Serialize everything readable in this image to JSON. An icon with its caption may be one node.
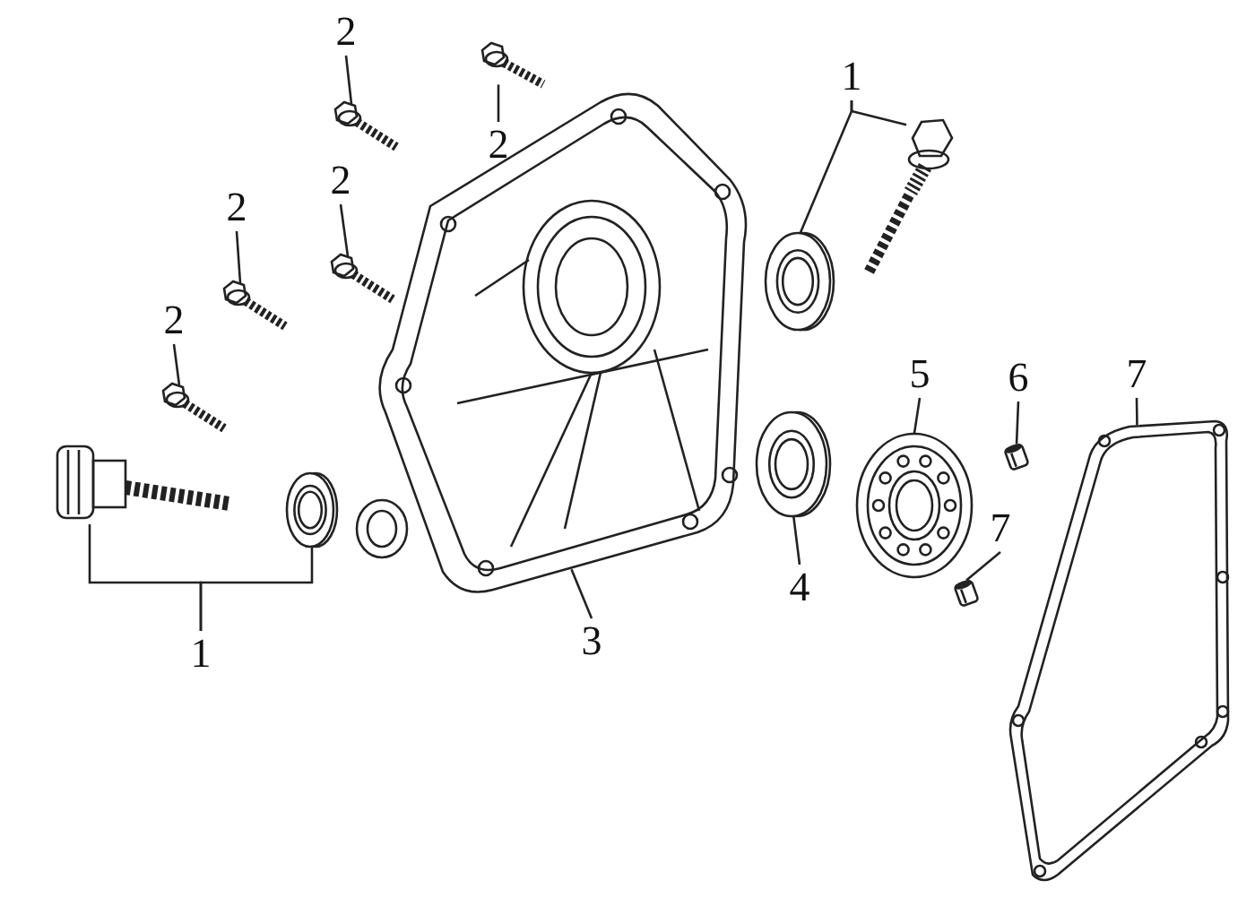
{
  "diagram": {
    "nodes": [
      {
        "text": [
          "2"
        ]
      },
      {
        "text": [
          "2"
        ]
      },
      {
        "text": [
          "2"
        ]
      },
      {
        "text": [
          "2"
        ]
      },
      {
        "text": [
          "2"
        ]
      },
      {
        "text": [
          "1"
        ]
      },
      {
        "text": [
          "1"
        ]
      },
      {
        "text": [
          "3"
        ]
      },
      {
        "text": [
          "4"
        ]
      },
      {
        "text": [
          "5"
        ]
      },
      {
        "text": [
          "6"
        ]
      },
      {
        "text": [
          "7"
        ]
      },
      {
        "text": [
          "7"
        ]
      },
      {
        "text": [],
        "shape": "picture"
      },
      {
        "text": [],
        "shape": "picture"
      },
      {
        "text": [],
        "shape": "picture"
      },
      {
        "text": [],
        "shape": "picture"
      },
      {
        "text": [],
        "shape": "picture"
      },
      {
        "text": [],
        "shape": "picture"
      },
      {
        "text": [],
        "shape": "picture"
      },
      {
        "text": [],
        "shape": "picture"
      },
      {
        "text": [],
        "shape": "picture"
      },
      {
        "text": [],
        "shape": "picture"
      },
      {
        "text": [],
        "shape": "picture"
      },
      {
        "text": [],
        "shape": "picture"
      },
      {
        "text": [],
        "shape": "picture"
      },
      {
        "text": [],
        "shape": "picture"
      },
      {
        "text": [],
        "shape": "picture"
      }
    ],
    "edges": [
      {
        "from": 0,
        "to": 13,
        "arrow": "none"
      },
      {
        "from": 1,
        "to": 14,
        "arrow": "none"
      },
      {
        "from": 2,
        "to": 15,
        "arrow": "none"
      },
      {
        "from": 3,
        "to": 16,
        "arrow": "none"
      },
      {
        "from": 4,
        "to": 17,
        "arrow": "none"
      },
      {
        "from": 5,
        "to": 18,
        "arrow": "none"
      },
      {
        "from": 5,
        "to": 19,
        "arrow": "none"
      },
      {
        "from": 6,
        "to": 20,
        "arrow": "none"
      },
      {
        "from": 6,
        "to": 21,
        "arrow": "none"
      },
      {
        "from": 7,
        "to": 22,
        "arrow": "none"
      },
      {
        "from": 8,
        "to": 23,
        "arrow": "none"
      },
      {
        "from": 9,
        "to": 24,
        "arrow": "none"
      },
      {
        "from": 10,
        "to": 25,
        "arrow": "none"
      },
      {
        "from": 11,
        "to": 26,
        "arrow": "none"
      },
      {
        "from": 12,
        "to": 27,
        "arrow": "none"
      }
    ]
  }
}
